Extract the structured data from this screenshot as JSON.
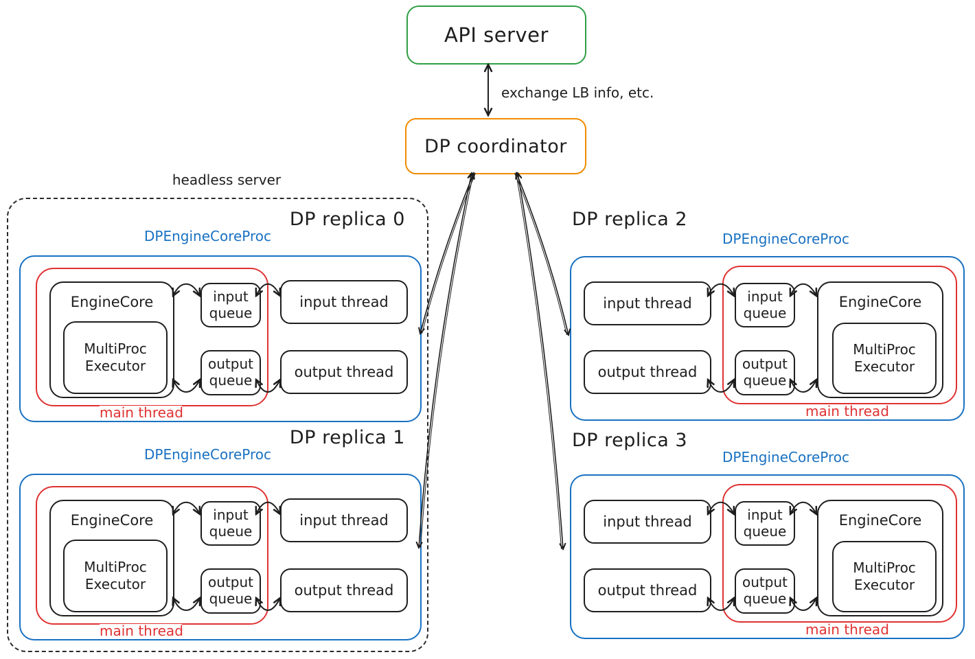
{
  "colors": {
    "green": "#2f9e44",
    "orange": "#f08c00",
    "blue": "#1971c2",
    "red": "#e03131",
    "ink": "#1e1e1e"
  },
  "api_server": {
    "label": "API server"
  },
  "coordinator": {
    "label": "DP coordinator"
  },
  "edge_labels": {
    "api_coordinator": "exchange LB info, etc."
  },
  "headless_server": {
    "label": "headless server"
  },
  "replica_shared": {
    "proc_label": "DPEngineCoreProc",
    "main_thread_label": "main thread",
    "engine_core_label": "EngineCore",
    "multiproc_executor_label": "MultiProc Executor",
    "input_queue_label": "input queue",
    "output_queue_label": "output queue",
    "input_thread_label": "input thread",
    "output_thread_label": "output thread"
  },
  "replicas": [
    {
      "title": "DP replica 0"
    },
    {
      "title": "DP replica 1"
    },
    {
      "title": "DP replica 2"
    },
    {
      "title": "DP replica 3"
    }
  ]
}
